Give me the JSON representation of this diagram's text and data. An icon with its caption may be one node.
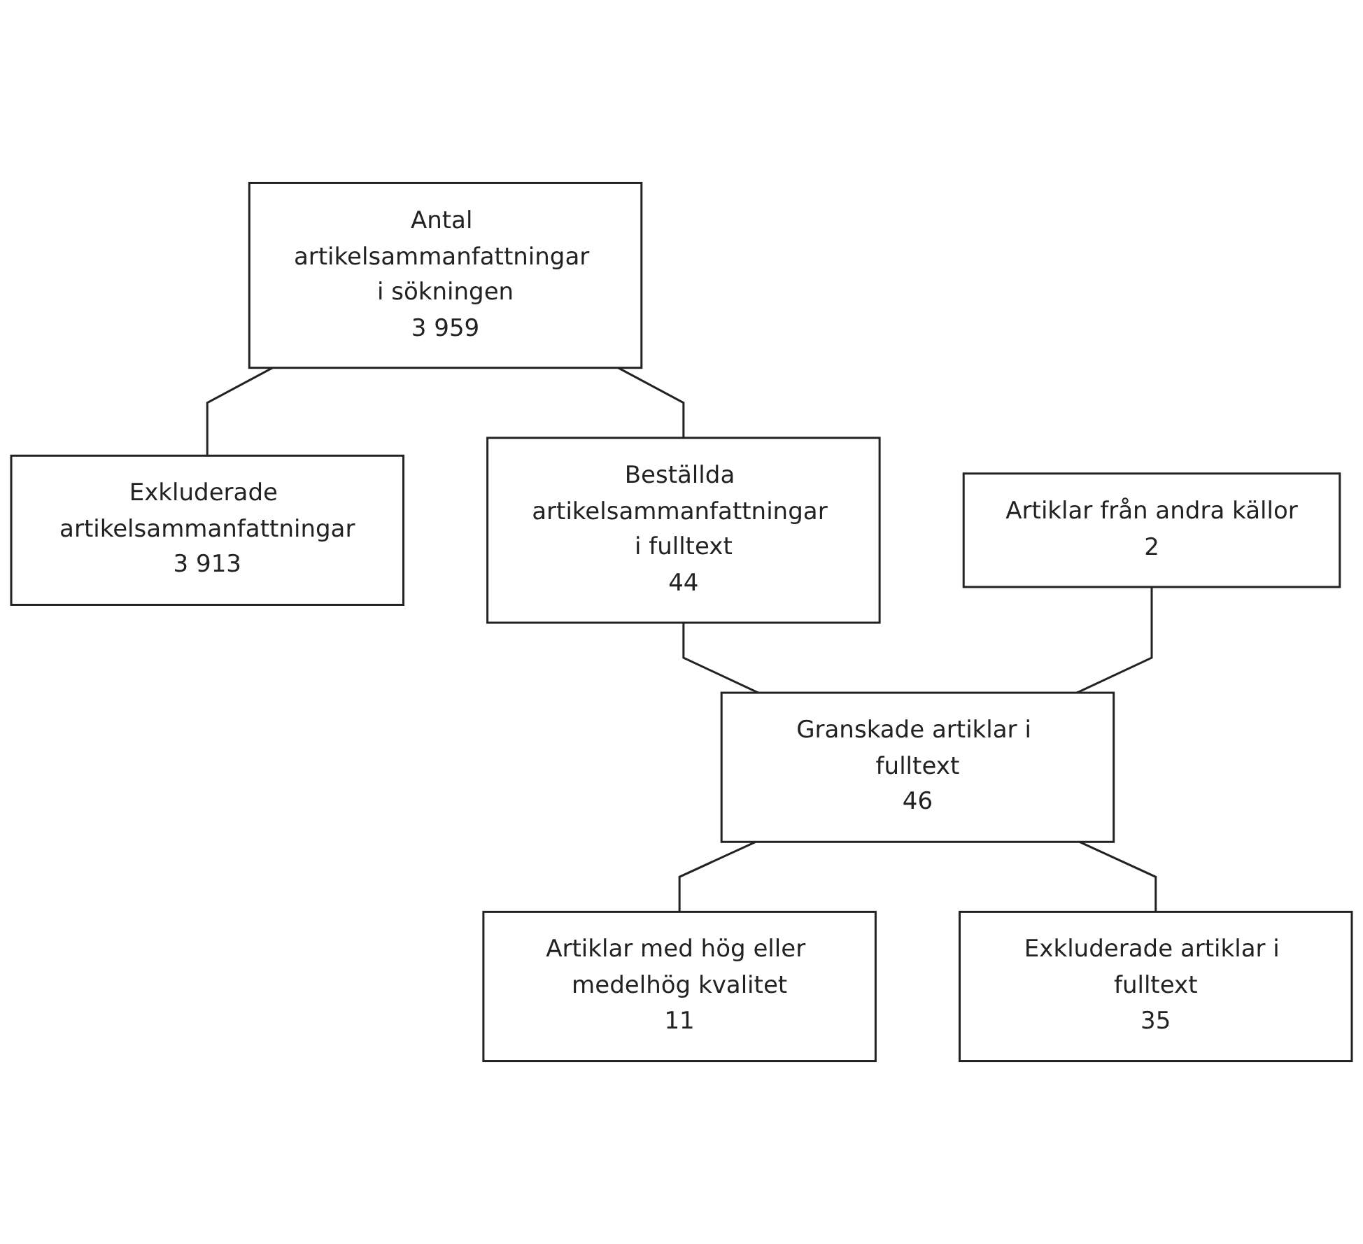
{
  "diagram": {
    "nodes": [
      {
        "text": [
          "Antal artikelsammanfattningar i sökningen",
          "3 959"
        ]
      },
      {
        "text": [
          "Exkluderade artikelsammanfattningar",
          "3 913"
        ]
      },
      {
        "text": [
          "Beställda artikelsammanfattningar i fulltext",
          "44"
        ]
      },
      {
        "text": [
          "Artiklar från andra källor",
          "2"
        ]
      },
      {
        "text": [
          "Granskade artiklar i fulltext",
          "46"
        ]
      },
      {
        "text": [
          "Exkluderade artiklar i fulltext",
          "35"
        ]
      },
      {
        "text": [
          "Artiklar med hög eller medelhög kvalitet",
          "11"
        ]
      }
    ],
    "edges": [
      {
        "from": 0,
        "to": 2,
        "arrow": "none"
      },
      {
        "from": 0,
        "to": 1,
        "arrow": "none"
      },
      {
        "from": 2,
        "to": 4,
        "arrow": "none"
      },
      {
        "from": 3,
        "to": 4,
        "arrow": "none"
      },
      {
        "from": 4,
        "to": 6,
        "arrow": "none"
      },
      {
        "from": 4,
        "to": 5,
        "arrow": "none"
      }
    ]
  }
}
